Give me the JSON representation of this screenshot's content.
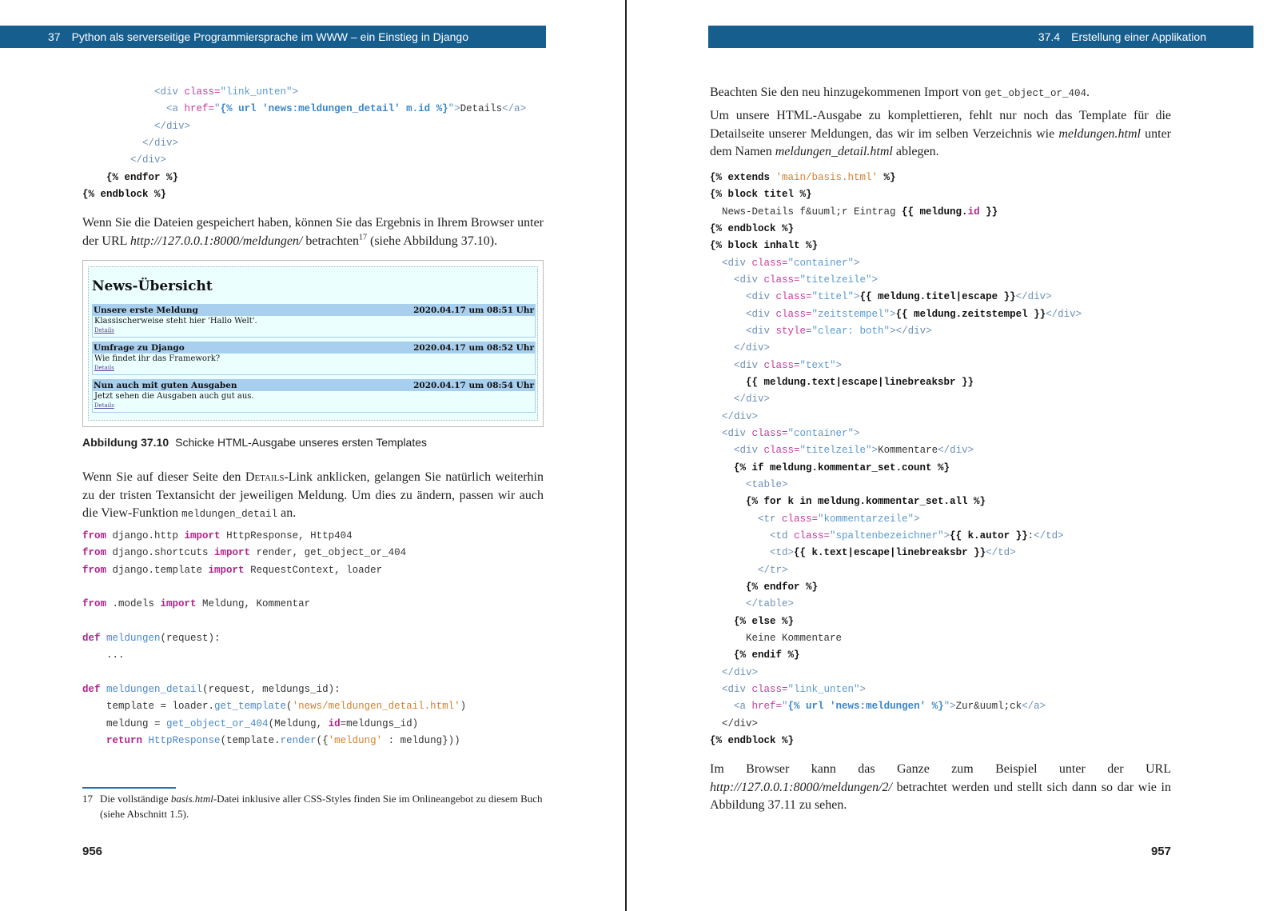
{
  "left_page": {
    "header": {
      "chapter_number": "37",
      "chapter_title": "Python als serverseitige Programmiersprache im WWW – ein Einstieg in Django"
    },
    "code_block_1": [
      [
        [
          "t",
          "            <div "
        ],
        [
          "a",
          "class="
        ],
        [
          "s",
          "\"link_unten\""
        ],
        [
          "t",
          ">"
        ]
      ],
      [
        [
          "t",
          "              <a "
        ],
        [
          "a",
          "href="
        ],
        [
          "s",
          "\""
        ],
        [
          "b",
          "{% url 'news:meldungen_detail' m.id %}"
        ],
        [
          "s",
          "\""
        ],
        [
          "t",
          ">"
        ],
        [
          "p",
          "Details"
        ],
        [
          "t",
          "</a>"
        ]
      ],
      [
        [
          "t",
          "            </div>"
        ]
      ],
      [
        [
          "t",
          "          </div>"
        ]
      ],
      [
        [
          "t",
          "        </div>"
        ]
      ],
      [
        [
          "k",
          "    {% endfor %}"
        ]
      ],
      [
        [
          "k",
          "{% endblock %}"
        ]
      ]
    ],
    "paragraph_1": [
      [
        "",
        "Wenn Sie die Dateien gespeichert haben, können Sie das Ergebnis in Ihrem Browser unter der URL "
      ],
      [
        "i",
        "http://127.0.0.1:8000/meldungen/"
      ],
      [
        "",
        " betrachten"
      ],
      [
        "sup",
        "17"
      ],
      [
        "",
        " (siehe Abbildung 37.10)."
      ]
    ],
    "figure": {
      "title": "News-Übersicht",
      "items": [
        {
          "title": "Unsere erste Meldung",
          "timestamp": "2020.04.17 um 08:51 Uhr",
          "text": "Klassischerweise steht hier 'Hallo Welt'.",
          "link": "Details"
        },
        {
          "title": "Umfrage zu Django",
          "timestamp": "2020.04.17 um 08:52 Uhr",
          "text": "Wie findet ihr das Framework?",
          "link": "Details"
        },
        {
          "title": "Nun auch mit guten Ausgaben",
          "timestamp": "2020.04.17 um 08:54 Uhr",
          "text": "Jetzt sehen die Ausgaben auch gut aus.",
          "link": "Details"
        }
      ],
      "caption_label": "Abbildung 37.10",
      "caption_text": "Schicke HTML-Ausgabe unseres ersten Templates"
    },
    "paragraph_2": [
      [
        "",
        "Wenn Sie auf dieser Seite den "
      ],
      [
        "sc",
        "Details"
      ],
      [
        "",
        "-Link anklicken, gelangen Sie natürlich weiterhin zu der tristen Textansicht der jeweiligen Meldung. Um dies zu ändern, passen wir auch die View-Funktion "
      ],
      [
        "code",
        "meldungen_detail"
      ],
      [
        "",
        " an."
      ]
    ],
    "code_block_2": [
      [
        [
          "kw",
          "from"
        ],
        [
          "p",
          " django.http "
        ],
        [
          "kw",
          "import"
        ],
        [
          "p",
          " HttpResponse, Http404"
        ]
      ],
      [
        [
          "kw",
          "from"
        ],
        [
          "p",
          " django.shortcuts "
        ],
        [
          "kw",
          "import"
        ],
        [
          "p",
          " render, get_object_or_404"
        ]
      ],
      [
        [
          "kw",
          "from"
        ],
        [
          "p",
          " django.template "
        ],
        [
          "kw",
          "import"
        ],
        [
          "p",
          " RequestContext, loader"
        ]
      ],
      [],
      [
        [
          "kw",
          "from"
        ],
        [
          "p",
          " .models "
        ],
        [
          "kw",
          "import"
        ],
        [
          "p",
          " Meldung, Kommentar"
        ]
      ],
      [],
      [
        [
          "kw",
          "def"
        ],
        [
          "p",
          " "
        ],
        [
          "f",
          "meldungen"
        ],
        [
          "p",
          "(request):"
        ]
      ],
      [
        [
          "p",
          "    ..."
        ]
      ],
      [],
      [
        [
          "kw",
          "def"
        ],
        [
          "p",
          " "
        ],
        [
          "f",
          "meldungen_detail"
        ],
        [
          "p",
          "(request, meldungs_id):"
        ]
      ],
      [
        [
          "p",
          "    template = loader."
        ],
        [
          "f",
          "get_template"
        ],
        [
          "p",
          "("
        ],
        [
          "o",
          "'news/meldungen_detail.html'"
        ],
        [
          "p",
          ")"
        ]
      ],
      [
        [
          "p",
          "    meldung = "
        ],
        [
          "f",
          "get_object_or_404"
        ],
        [
          "p",
          "(Meldung, "
        ],
        [
          "am",
          "id"
        ],
        [
          "p",
          "=meldungs_id)"
        ]
      ],
      [
        [
          "p",
          "    "
        ],
        [
          "kw",
          "return"
        ],
        [
          "p",
          " "
        ],
        [
          "f",
          "HttpResponse"
        ],
        [
          "p",
          "(template."
        ],
        [
          "f",
          "render"
        ],
        [
          "p",
          "({"
        ],
        [
          "o",
          "'meldung'"
        ],
        [
          "p",
          " : meldung}))"
        ]
      ]
    ],
    "footnote": {
      "number": "17",
      "segments": [
        [
          "",
          "Die vollständige "
        ],
        [
          "i",
          "basis.html"
        ],
        [
          "",
          "-Datei inklusive aller CSS-Styles finden Sie im Onlineangebot zu diesem Buch (siehe Abschnitt 1.5)."
        ]
      ]
    },
    "page_number": "956"
  },
  "right_page": {
    "header": {
      "section_number": "37.4",
      "section_title": "Erstellung einer Applikation"
    },
    "paragraph_1": [
      [
        "",
        "Beachten Sie den neu hinzugekommenen Import von "
      ],
      [
        "code",
        "get_object_or_404"
      ],
      [
        "",
        "."
      ]
    ],
    "paragraph_2": [
      [
        "",
        "Um unsere HTML-Ausgabe zu komplettieren, fehlt nur noch das Template für die Detailseite unserer Meldungen, das wir im selben Verzeichnis wie "
      ],
      [
        "i",
        "meldungen.html"
      ],
      [
        "",
        " unter dem Namen "
      ],
      [
        "i",
        "meldungen_detail.html"
      ],
      [
        "",
        " ablegen."
      ]
    ],
    "code_block": [
      [
        [
          "k",
          "{% extends "
        ],
        [
          "o",
          "'main/basis.html'"
        ],
        [
          "k",
          " %}"
        ]
      ],
      [
        [
          "k",
          "{% block titel %}"
        ]
      ],
      [
        [
          "p",
          "  News-Details f&uuml;r Eintrag "
        ],
        [
          "k",
          "{{ meldung."
        ],
        [
          "am",
          "id"
        ],
        [
          "k",
          " }}"
        ]
      ],
      [
        [
          "k",
          "{% endblock %}"
        ]
      ],
      [
        [
          "k",
          "{% block inhalt %}"
        ]
      ],
      [
        [
          "t",
          "  <div "
        ],
        [
          "a",
          "class="
        ],
        [
          "s",
          "\"container\""
        ],
        [
          "t",
          ">"
        ]
      ],
      [
        [
          "t",
          "    <div "
        ],
        [
          "a",
          "class="
        ],
        [
          "s",
          "\"titelzeile\""
        ],
        [
          "t",
          ">"
        ]
      ],
      [
        [
          "t",
          "      <div "
        ],
        [
          "a",
          "class="
        ],
        [
          "s",
          "\"titel\""
        ],
        [
          "t",
          ">"
        ],
        [
          "k",
          "{{ meldung.titel|escape }}"
        ],
        [
          "t",
          "</div>"
        ]
      ],
      [
        [
          "t",
          "      <div "
        ],
        [
          "a",
          "class="
        ],
        [
          "s",
          "\"zeitstempel\""
        ],
        [
          "t",
          ">"
        ],
        [
          "k",
          "{{ meldung.zeitstempel }}"
        ],
        [
          "t",
          "</div>"
        ]
      ],
      [
        [
          "t",
          "      <div "
        ],
        [
          "a",
          "style="
        ],
        [
          "s",
          "\"clear: both\""
        ],
        [
          "t",
          "></div>"
        ]
      ],
      [
        [
          "t",
          "    </div>"
        ]
      ],
      [
        [
          "t",
          "    <div "
        ],
        [
          "a",
          "class="
        ],
        [
          "s",
          "\"text\""
        ],
        [
          "t",
          ">"
        ]
      ],
      [
        [
          "k",
          "      {{ meldung.text|escape|linebreaksbr }}"
        ]
      ],
      [
        [
          "t",
          "    </div>"
        ]
      ],
      [
        [
          "t",
          "  </div>"
        ]
      ],
      [
        [
          "t",
          "  <div "
        ],
        [
          "a",
          "class="
        ],
        [
          "s",
          "\"container\""
        ],
        [
          "t",
          ">"
        ]
      ],
      [
        [
          "t",
          "    <div "
        ],
        [
          "a",
          "class="
        ],
        [
          "s",
          "\"titelzeile\""
        ],
        [
          "t",
          ">"
        ],
        [
          "p",
          "Kommentare"
        ],
        [
          "t",
          "</div>"
        ]
      ],
      [
        [
          "k",
          "    {% if meldung.kommentar_set.count %}"
        ]
      ],
      [
        [
          "t",
          "      <table>"
        ]
      ],
      [
        [
          "k",
          "      {% for k in meldung.kommentar_set.all %}"
        ]
      ],
      [
        [
          "t",
          "        <tr "
        ],
        [
          "a",
          "class="
        ],
        [
          "s",
          "\"kommentarzeile\""
        ],
        [
          "t",
          ">"
        ]
      ],
      [
        [
          "t",
          "          <td "
        ],
        [
          "a",
          "class="
        ],
        [
          "s",
          "\"spaltenbezeichner\""
        ],
        [
          "t",
          ">"
        ],
        [
          "k",
          "{{ k.autor }}"
        ],
        [
          "p",
          ":"
        ],
        [
          "t",
          "</td>"
        ]
      ],
      [
        [
          "t",
          "          <td>"
        ],
        [
          "k",
          "{{ k.text|escape|linebreaksbr }}"
        ],
        [
          "t",
          "</td>"
        ]
      ],
      [
        [
          "t",
          "        </tr>"
        ]
      ],
      [
        [
          "k",
          "      {% endfor %}"
        ]
      ],
      [
        [
          "t",
          "      </table>"
        ]
      ],
      [
        [
          "k",
          "    {% else %}"
        ]
      ],
      [
        [
          "p",
          "      Keine Kommentare"
        ]
      ],
      [
        [
          "k",
          "    {% endif %}"
        ]
      ],
      [
        [
          "t",
          "  </div>"
        ]
      ],
      [
        [
          "t",
          "  <div "
        ],
        [
          "a",
          "class="
        ],
        [
          "s",
          "\"link_unten\""
        ],
        [
          "t",
          ">"
        ]
      ],
      [
        [
          "t",
          "    <a "
        ],
        [
          "a",
          "href="
        ],
        [
          "s",
          "\""
        ],
        [
          "b",
          "{% url 'news:meldungen' %}"
        ],
        [
          "s",
          "\""
        ],
        [
          "t",
          ">"
        ],
        [
          "p",
          "Zur&uuml;ck"
        ],
        [
          "t",
          "</a>"
        ]
      ],
      [
        [
          "p",
          "  </div>"
        ]
      ],
      [
        [
          "k",
          "{% endblock %}"
        ]
      ]
    ],
    "paragraph_3": [
      [
        "",
        "Im Browser kann das Ganze zum Beispiel unter der URL "
      ],
      [
        "i",
        "http://127.0.0.1:8000/meldungen/2/"
      ],
      [
        "",
        " betrachtet werden und stellt sich dann so dar wie in Abbildung 37.11 zu sehen."
      ]
    ],
    "page_number": "957"
  },
  "colors": {
    "header_bar": "#155e8e",
    "code_tag": "#6b8fb8",
    "code_attr": "#c43a9e",
    "code_string": "#5a9ad0",
    "code_literal": "#d6802a",
    "figure_bar": "#a9cfee",
    "figure_bg": "#ebffff"
  }
}
